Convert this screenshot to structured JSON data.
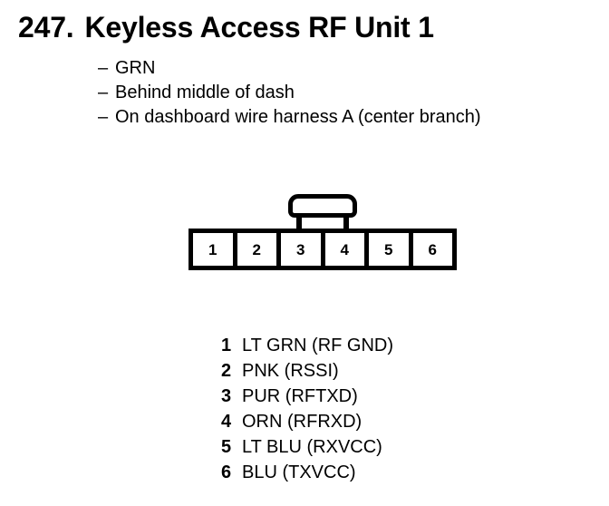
{
  "title": {
    "number": "247.",
    "name": "Keyless Access RF Unit 1"
  },
  "notes": [
    {
      "dash": "–",
      "text": "GRN"
    },
    {
      "dash": "–",
      "text": "Behind middle of dash"
    },
    {
      "dash": "–",
      "text": "On dashboard wire harness A (center branch)"
    }
  ],
  "connector": {
    "pins": [
      {
        "number": "1"
      },
      {
        "number": "2"
      },
      {
        "number": "3"
      },
      {
        "number": "4"
      },
      {
        "number": "5"
      },
      {
        "number": "6"
      }
    ]
  },
  "legend": [
    {
      "number": "1",
      "label": "LT GRN (RF GND)"
    },
    {
      "number": "2",
      "label": "PNK (RSSI)"
    },
    {
      "number": "3",
      "label": "PUR (RFTXD)"
    },
    {
      "number": "4",
      "label": "ORN (RFRXD)"
    },
    {
      "number": "5",
      "label": "LT BLU (RXVCC)"
    },
    {
      "number": "6",
      "label": "BLU (TXVCC)"
    }
  ],
  "colors": {
    "ink": "#000000",
    "paper": "#ffffff"
  }
}
